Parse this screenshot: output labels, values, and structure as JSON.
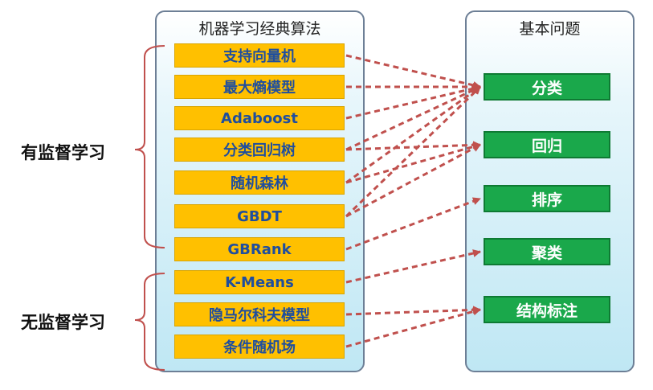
{
  "algorithms_panel": {
    "title": "机器学习经典算法",
    "items": [
      "支持向量机",
      "最大熵模型",
      "Adaboost",
      "分类回归树",
      "随机森林",
      "GBDT",
      "GBRank",
      "K-Means",
      "隐马尔科夫模型",
      "条件随机场"
    ]
  },
  "problems_panel": {
    "title": "基本问题",
    "items": [
      "分类",
      "回归",
      "排序",
      "聚类",
      "结构标注"
    ]
  },
  "groups": {
    "supervised": "有监督学习",
    "unsupervised": "无监督学习"
  },
  "colors": {
    "algorithm_box": "#ffc000",
    "algorithm_text": "#1f4e9e",
    "problem_box": "#1aa84b",
    "arrow": "#c0504d",
    "bracket": "#c0504d"
  },
  "edges": [
    {
      "from": "支持向量机",
      "to": "分类"
    },
    {
      "from": "最大熵模型",
      "to": "分类"
    },
    {
      "from": "Adaboost",
      "to": "分类"
    },
    {
      "from": "分类回归树",
      "to": "分类"
    },
    {
      "from": "分类回归树",
      "to": "回归"
    },
    {
      "from": "随机森林",
      "to": "分类"
    },
    {
      "from": "随机森林",
      "to": "回归"
    },
    {
      "from": "GBDT",
      "to": "分类"
    },
    {
      "from": "GBDT",
      "to": "回归"
    },
    {
      "from": "GBRank",
      "to": "排序"
    },
    {
      "from": "K-Means",
      "to": "聚类"
    },
    {
      "from": "隐马尔科夫模型",
      "to": "结构标注"
    },
    {
      "from": "条件随机场",
      "to": "结构标注"
    }
  ]
}
